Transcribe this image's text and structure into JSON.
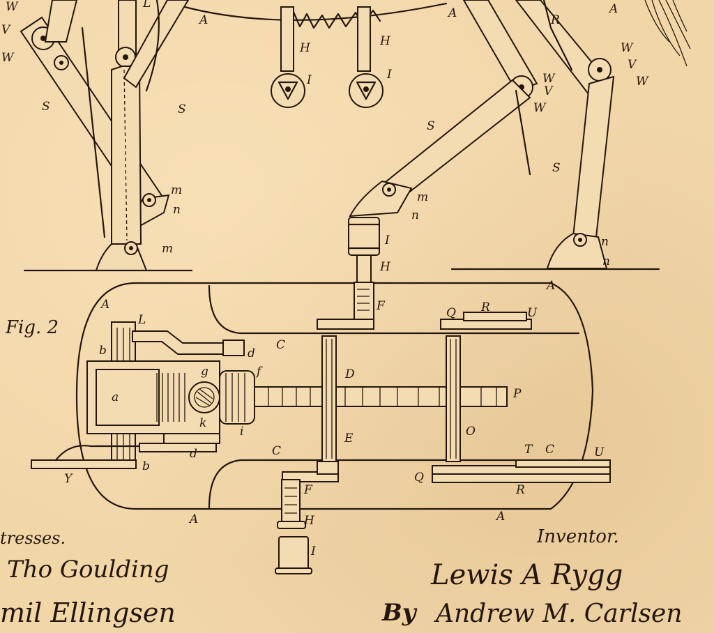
{
  "figure_label": "Fig. 2",
  "labels": {
    "A": "A",
    "B": "b",
    "C": "C",
    "D": "D",
    "E": "E",
    "F": "F",
    "H": "H",
    "I": "I",
    "L": "L",
    "M": "m",
    "N": "n",
    "O": "O",
    "P": "P",
    "Q": "Q",
    "R": "R",
    "S": "S",
    "T": "T",
    "U": "U",
    "V": "V",
    "W": "W",
    "Y": "Y",
    "a": "a",
    "d": "d",
    "f": "f",
    "g": "g",
    "h": "k",
    "i": "i"
  },
  "witnesses": {
    "heading": "tresses.",
    "name1": "Tho Goulding",
    "name2": "mil Ellingsen"
  },
  "inventor": {
    "heading": "Inventor.",
    "name": "Lewis A Rygg",
    "by": "By",
    "attorney": "Andrew M. Carlsen"
  },
  "colors": {
    "paper": "#f1d6a8",
    "ink": "#24160c"
  }
}
